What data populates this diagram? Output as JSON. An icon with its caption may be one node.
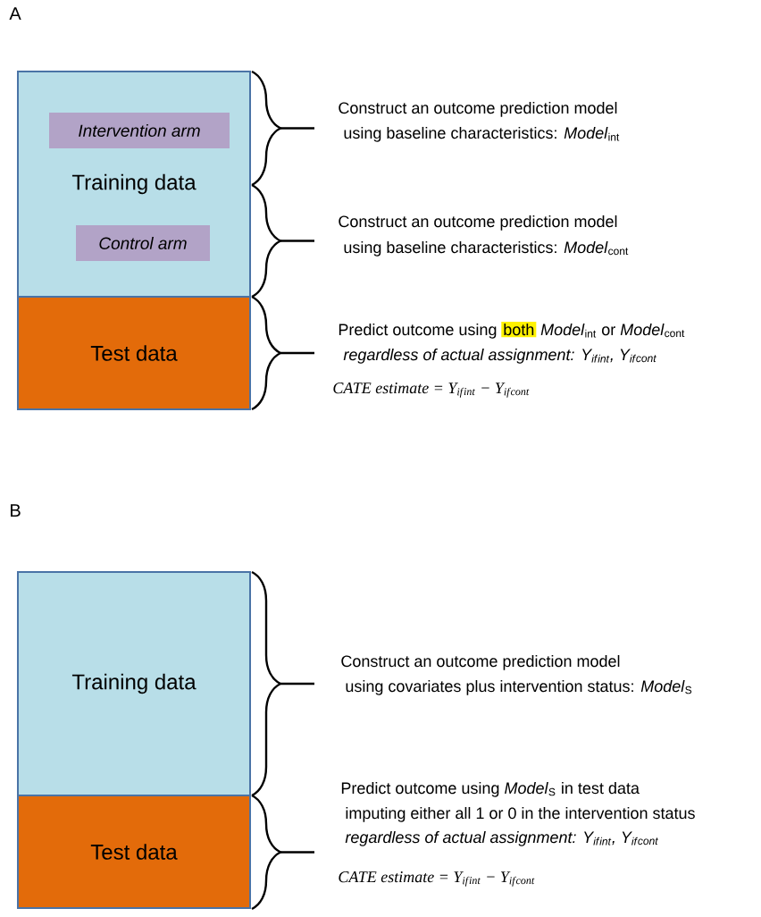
{
  "diagram": {
    "nodes": [
      {
        "text": [
          "Training data"
        ]
      },
      {
        "text": [
          "Intervention arm"
        ],
        "in": 0
      },
      {
        "text": [
          "Control arm"
        ],
        "in": 0
      },
      {
        "text": [
          "Test data"
        ]
      },
      {
        "text": [
          "Training data"
        ]
      },
      {
        "text": [
          "Test data"
        ]
      }
    ],
    "labels": [
      "A",
      "Construct an outcome prediction model",
      "using baseline characteristics: *Model*$_{int}$",
      "Construct an outcome prediction model",
      "using baseline characteristics: *Model*$_{cont}$",
      "Predict outcome using",
      "both",
      "*Model*$_{int}$ or *Model*$_{cont}$",
      "regardless of actual assignment: Y$_{if}$$_{int}$, Y$_{if}$$_{cont}$",
      "CATE estimate = Y$_{if}$$_{int}$ − Y$_{if}$$_{cont}$",
      "B",
      "Construct an outcome prediction model",
      "using covariates plus intervention status: *Model*$_{S}$",
      "Predict outcome using *Model*$_{S}$ in test data",
      "imputing either all 1 or 0 in the intervention status",
      "regardless of actual assignment: Y$_{if}$$_{int}$, Y$_{if}$$_{cont}$",
      "CATE estimate = Y$_{if}$$_{int}$ − Y$_{if}$$_{cont}$"
    ]
  }
}
